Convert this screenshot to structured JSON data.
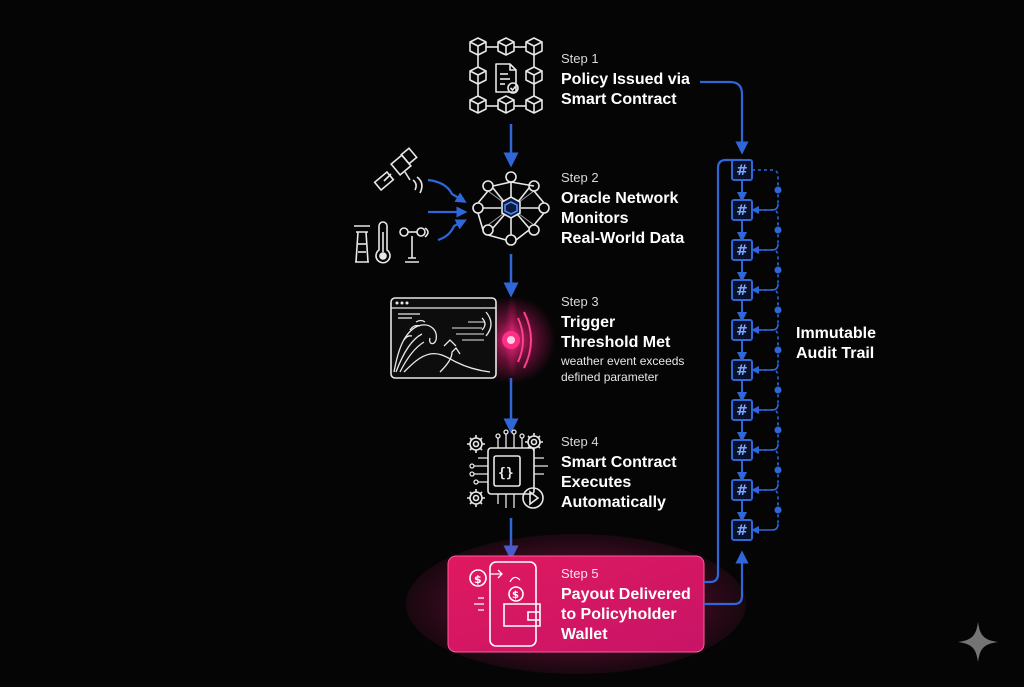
{
  "colors": {
    "background": "#050505",
    "line_blue": "#2f66d8",
    "accent_pink": "#e11d73",
    "icon_white": "#e8e8e8"
  },
  "steps": [
    {
      "number": "Step 1",
      "title_lines": [
        "Policy Issued via",
        "Smart Contract"
      ],
      "icon": "blockchain-document-icon"
    },
    {
      "number": "Step 2",
      "title_lines": [
        "Oracle Network",
        "Monitors",
        "Real-World Data"
      ],
      "icon": "oracle-network-icon"
    },
    {
      "number": "Step 3",
      "title_lines": [
        "Trigger",
        "Threshold Met"
      ],
      "subtitle_lines": [
        "weather event exceeds",
        "defined parameter"
      ],
      "icon": "wave-window-icon"
    },
    {
      "number": "Step 4",
      "title_lines": [
        "Smart Contract",
        "Executes",
        "Automatically"
      ],
      "icon": "contract-chip-icon"
    },
    {
      "number": "Step 5",
      "title_lines": [
        "Payout Delivered",
        "to Policyholder",
        "Wallet"
      ],
      "icon": "wallet-payout-icon"
    }
  ],
  "audit_trail": {
    "label_lines": [
      "Immutable",
      "Audit Trail"
    ],
    "block_symbol": "#",
    "block_count": 10
  },
  "data_sources": [
    "satellite-icon",
    "lighthouse-icon",
    "thermometer-icon",
    "anemometer-icon"
  ]
}
